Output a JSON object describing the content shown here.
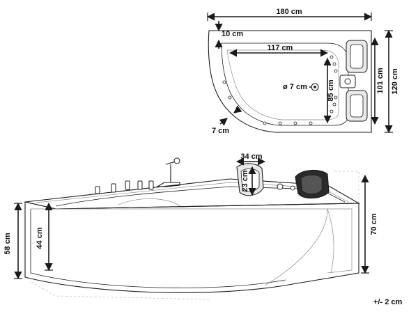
{
  "top_view": {
    "dims": {
      "length": "180 cm",
      "rim": "10 cm",
      "inner_length": "117 cm",
      "drain": "ø 7 cm",
      "inner_width": "85 cm",
      "width_inner": "101 cm",
      "width": "120 cm",
      "corner": "7 cm"
    }
  },
  "side_view": {
    "dims": {
      "pillow_w": "34 cm",
      "pillow_h": "23 cm",
      "height_total": "70 cm",
      "height_front": "58 cm",
      "height_inner": "44 cm"
    }
  },
  "tolerance": "+/- 2 cm"
}
